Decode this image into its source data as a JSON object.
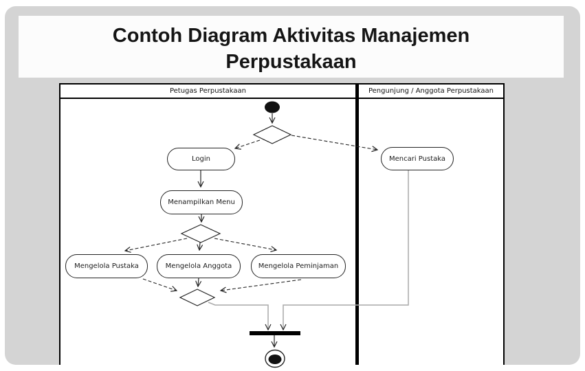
{
  "slide": {
    "title": {
      "line1": "Contoh Diagram Aktivitas Manajemen",
      "line2": "Perpustakaan"
    }
  },
  "diagram": {
    "lanes": {
      "left": "Petugas Perpustakaan",
      "right": "Pengunjung / Anggota Perpustakaan"
    },
    "activities": {
      "login": "Login",
      "menampilkan_menu": "Menampilkan Menu",
      "mengelola_pustaka": "Mengelola Pustaka",
      "mengelola_anggota": "Mengelola Anggota",
      "mengelola_peminjaman": "Mengelola Peminjaman",
      "mencari_pustaka": "Mencari Pustaka"
    },
    "node_icons": [
      "initial-node",
      "decision-diamond",
      "decision-diamond",
      "merge-diamond",
      "join-bar",
      "final-node"
    ],
    "colors": {
      "frame_gray": "#d4d4d4",
      "line_black": "#222222",
      "connector_gray": "#a9a9a9"
    }
  }
}
